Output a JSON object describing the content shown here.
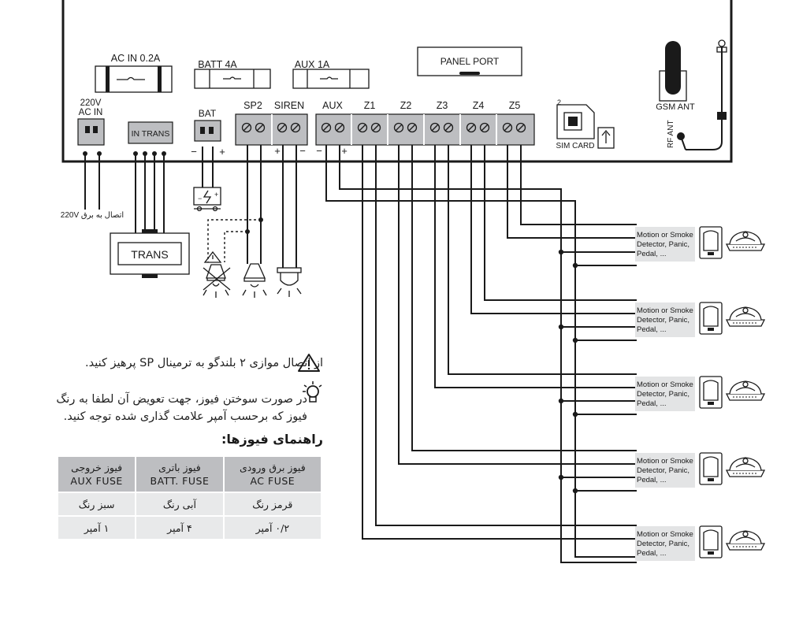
{
  "panel": {
    "ac_in_fuse": "AC IN  0.2A",
    "batt_fuse": "BATT  4A",
    "aux_fuse": "AUX  1A",
    "panel_port": "PANEL PORT",
    "ac_in_line1": "220V",
    "ac_in_line2": "AC IN",
    "in_trans": "IN TRANS",
    "bat": "BAT",
    "gsm_ant": "GSM ANT",
    "rf_ant": "RF ANT",
    "sim_card": "SIM CARD",
    "terminals": [
      "SP2",
      "SIREN",
      "AUX",
      "Z1",
      "Z2",
      "Z3",
      "Z4",
      "Z5"
    ],
    "minus": "−",
    "plus": "+",
    "sim_number": "2"
  },
  "trans_label": "TRANS",
  "mains_label": "اتصال به برق 220V",
  "detectors": [
    {
      "line1": "Motion or Smoke",
      "line2": "Detector, Panic,",
      "line3": "Pedal, ..."
    },
    {
      "line1": "Motion or Smoke",
      "line2": "Detector, Panic,",
      "line3": "Pedal, ..."
    },
    {
      "line1": "Motion or Smoke",
      "line2": "Detector, Panic,",
      "line3": "Pedal, ..."
    },
    {
      "line1": "Motion or Smoke",
      "line2": "Detector, Panic,",
      "line3": "Pedal, ..."
    },
    {
      "line1": "Motion or Smoke",
      "line2": "Detector, Panic,",
      "line3": "Pedal, ..."
    }
  ],
  "notes": {
    "warning": "از اتصال موازی ۲ بلندگو به ترمینال SP پرهیز کنید.",
    "fuse_tip": "در صورت سوختن فیوز، جهت تعویض آن لطفا به رنگ فیوز که برحسب آمپر علامت گذاری شده توجه کنید.",
    "fuse_guide_title": "راهنمای فیوزها:"
  },
  "fuse_table": {
    "headers": [
      {
        "fa": "فیوز برق ورودی",
        "en": "AC FUSE"
      },
      {
        "fa": "فیوز باتری",
        "en": "BATT. FUSE"
      },
      {
        "fa": "فیوز خروجی",
        "en": "AUX FUSE"
      }
    ],
    "colors": [
      "قرمز رنگ",
      "آبی رنگ",
      "سبز رنگ"
    ],
    "amps": [
      "۰/۲ آمپر",
      "۴ آمپر",
      "۱ آمپر"
    ]
  }
}
